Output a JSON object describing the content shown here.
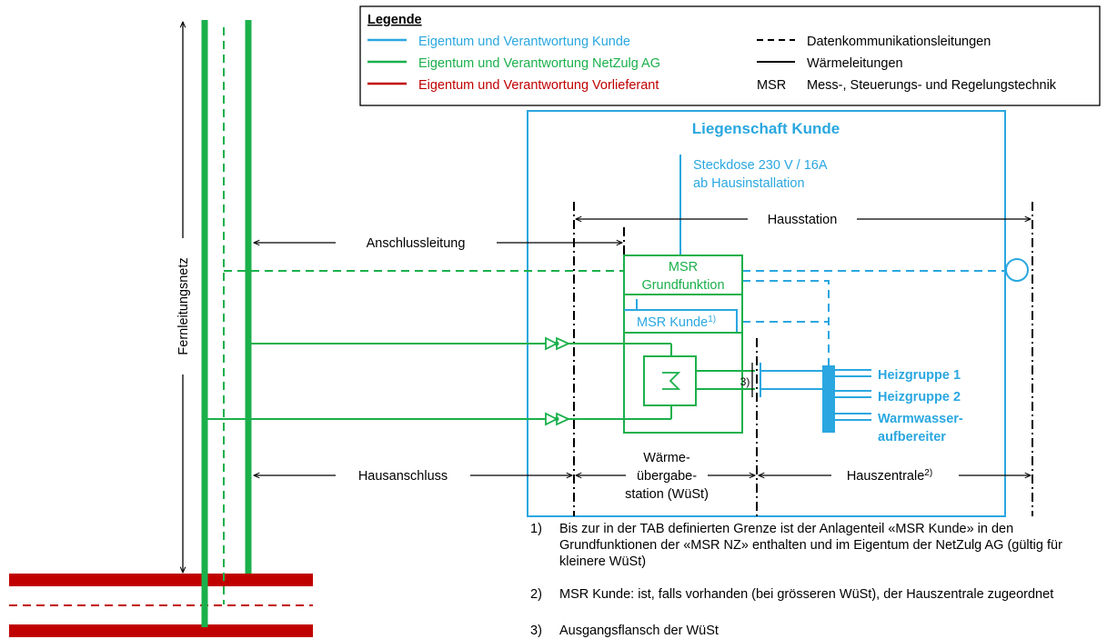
{
  "colors": {
    "blue": "#2aa7e0",
    "green": "#1ab04b",
    "red": "#c00000",
    "black": "#000000"
  },
  "legend": {
    "title": "Legende",
    "items_left": [
      {
        "text": "Eigentum und Verantwortung Kunde",
        "color": "#2aa7e0"
      },
      {
        "text": "Eigentum und Verantwortung NetZulg AG",
        "color": "#1ab04b"
      },
      {
        "text": "Eigentum und Verantwortung Vorlieferant",
        "color": "#c00000"
      }
    ],
    "dashed_label": "Datenkommunikationsleitungen",
    "solid_label": "Wärmeleitungen",
    "msr_abbr": "MSR",
    "msr_label": "Mess-, Steuerungs- und Regelungstechnik"
  },
  "diagram": {
    "fernleitungsnetz": "Fernleitungsnetz",
    "liegenschaft": "Liegenschaft Kunde",
    "steckdose_1": "Steckdose 230 V / 16A",
    "steckdose_2": "ab Hausinstallation",
    "hausstation": "Hausstation",
    "anschlussleitung": "Anschlussleitung",
    "msr_grund_1": "MSR",
    "msr_grund_2": "Grundfunktion",
    "msr_kunde": "MSR Kunde",
    "msr_kunde_sup": "1)",
    "flange_note": "3)",
    "heizgruppe_1": "Heizgruppe 1",
    "heizgruppe_2": "Heizgruppe 2",
    "warmwasser_1": "Warmwasser-",
    "warmwasser_2": "aufbereiter",
    "hausanschluss": "Hausanschluss",
    "wuest_1": "Wärme-",
    "wuest_2": "übergabe-",
    "wuest_3": "station (WüSt)",
    "hauszentrale": "Hauszentrale",
    "hauszentrale_sup": "2)"
  },
  "footnotes": [
    {
      "num": "1)",
      "text": "Bis zur in der TAB definierten Grenze ist der Anlagenteil «MSR Kunde» in den Grundfunktionen der «MSR NZ» enthalten und im Eigentum der NetZulg AG (gültig für kleinere WüSt)"
    },
    {
      "num": "2)",
      "text": "MSR Kunde: ist, falls vorhanden (bei grösseren WüSt), der Hauszentrale zugeordnet"
    },
    {
      "num": "3)",
      "text": "Ausgangsflansch der WüSt"
    }
  ]
}
